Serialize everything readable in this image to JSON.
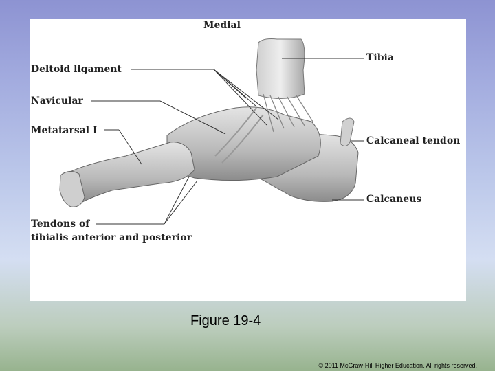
{
  "figure": {
    "labels": {
      "medial": "Medial",
      "deltoid_ligament": "Deltoid ligament",
      "navicular": "Navicular",
      "metatarsal": "Metatarsal I",
      "tendons_line1": "Tendons of",
      "tendons_line2": "tibialis anterior and posterior",
      "tibia": "Tibia",
      "calcaneal_tendon": "Calcaneal tendon",
      "calcaneus": "Calcaneus"
    }
  },
  "caption": "Figure 19-4",
  "copyright": "© 2011 McGraw-Hill Higher Education. All rights reserved."
}
